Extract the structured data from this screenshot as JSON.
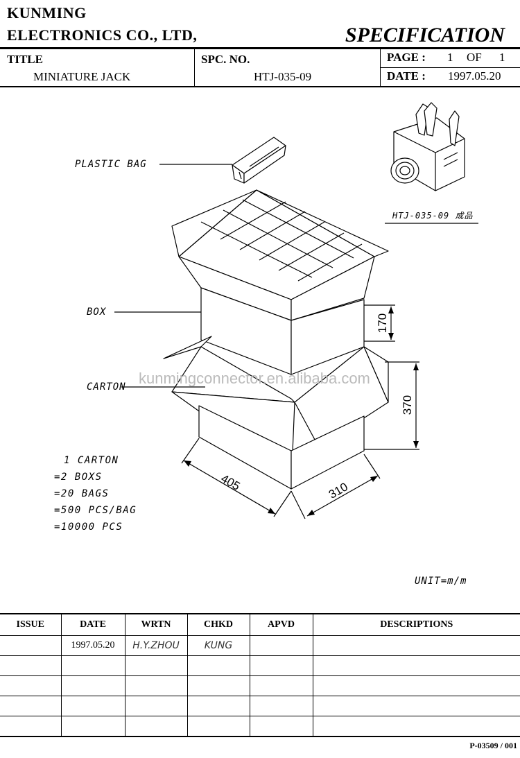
{
  "header": {
    "company_line1": "KUNMING",
    "company_line2": "ELECTRONICS CO., LTD,",
    "spec_title": "SPECIFICATION",
    "title_label": "TITLE",
    "title_value": "MINIATURE JACK",
    "spc_label": "SPC. NO.",
    "spc_value": "HTJ-035-09",
    "page_label": "PAGE :",
    "page_value": "1",
    "page_of": "OF",
    "page_total": "1",
    "date_label": "DATE :",
    "date_value": "1997.05.20"
  },
  "drawing": {
    "plastic_bag": "PLASTIC BAG",
    "box": "BOX",
    "carton": "CARTON",
    "product_caption": "HTJ-035-09 成品",
    "dim_box_height": "170",
    "dim_carton_height": "370",
    "dim_length": "405",
    "dim_width": "310",
    "unit": "UNIT=m/m",
    "notes": [
      "1 CARTON",
      "=2 BOXS",
      "=20 BAGS",
      "=500 PCS/BAG",
      "=10000 PCS"
    ],
    "watermark": "kunmingconnector.en.alibaba.com"
  },
  "revision_table": {
    "headers": [
      "ISSUE",
      "DATE",
      "WRTN",
      "CHKD",
      "APVD",
      "DESCRIPTIONS"
    ],
    "rows": [
      [
        "",
        "1997.05.20",
        "H.Y.ZHOU",
        "KUNG",
        "",
        ""
      ],
      [
        "",
        "",
        "",
        "",
        "",
        ""
      ],
      [
        "",
        "",
        "",
        "",
        "",
        ""
      ],
      [
        "",
        "",
        "",
        "",
        "",
        ""
      ],
      [
        "",
        "",
        "",
        "",
        "",
        ""
      ]
    ]
  },
  "footer": {
    "doc_number": "P-03509 / 001"
  }
}
